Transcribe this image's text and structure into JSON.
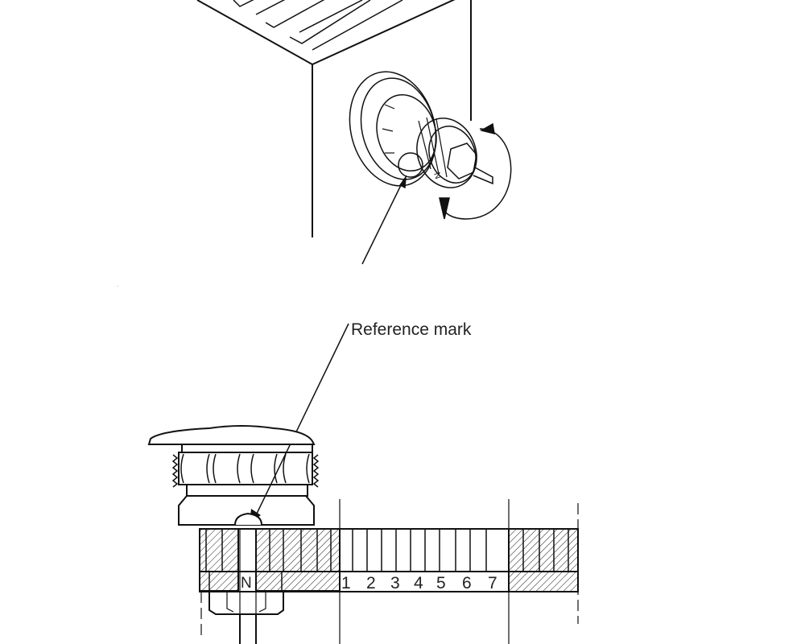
{
  "labels": {
    "reference_mark": "Reference mark",
    "setting_n": "N",
    "knob_n": "N"
  },
  "scale_numbers": [
    "1",
    "2",
    "3",
    "4",
    "5",
    "6",
    "7"
  ]
}
